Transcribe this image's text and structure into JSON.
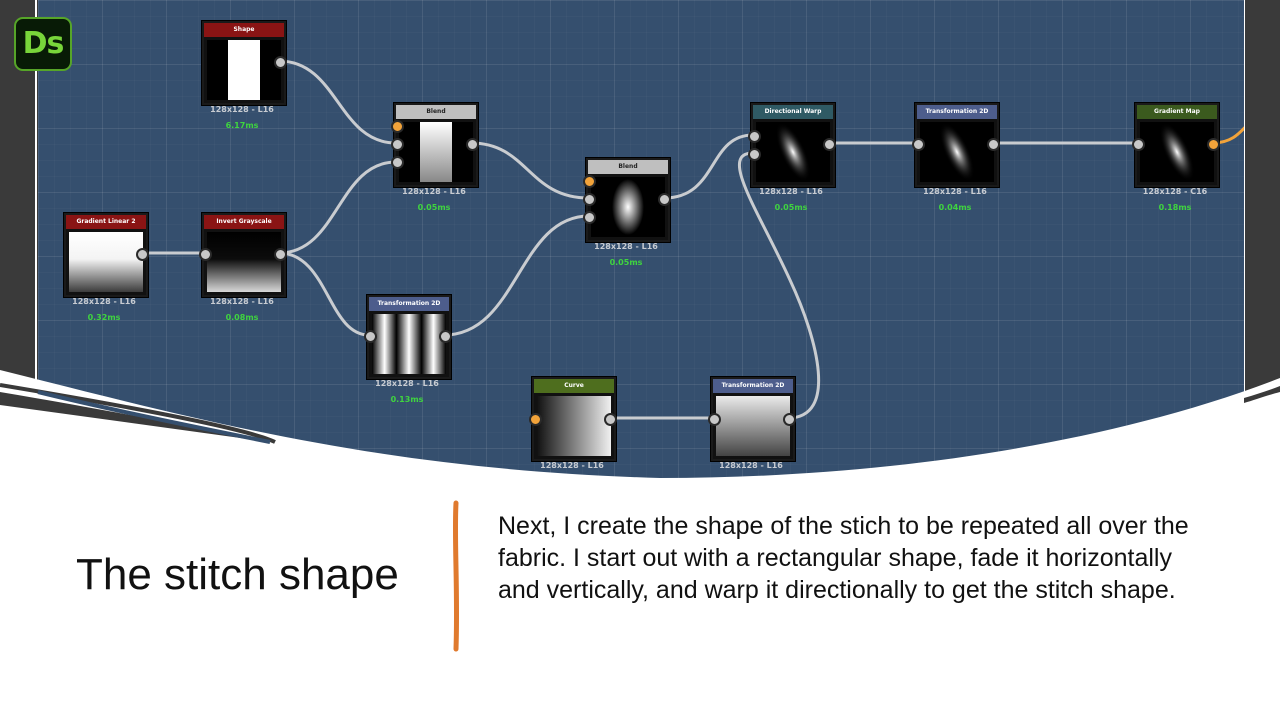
{
  "app": {
    "logo_text": "Ds"
  },
  "nodes": {
    "shape": {
      "title": "Shape",
      "size": "128x128 - L16",
      "time": "6.17ms"
    },
    "blend1": {
      "title": "Blend",
      "size": "128x128 - L16",
      "time": "0.05ms"
    },
    "blend2": {
      "title": "Blend",
      "size": "128x128 - L16",
      "time": "0.05ms"
    },
    "directional_warp": {
      "title": "Directional Warp",
      "size": "128x128 - L16",
      "time": "0.05ms"
    },
    "transform_top": {
      "title": "Transformation 2D",
      "size": "128x128 - L16",
      "time": "0.04ms"
    },
    "gradient_map": {
      "title": "Gradient Map",
      "size": "128x128 - C16",
      "time": "0.18ms"
    },
    "gradient_linear": {
      "title": "Gradient Linear 2",
      "size": "128x128 - L16",
      "time": "0.32ms"
    },
    "invert_grayscale": {
      "title": "Invert Grayscale",
      "size": "128x128 - L16",
      "time": "0.08ms"
    },
    "transform_mid": {
      "title": "Transformation 2D",
      "size": "128x128 - L16",
      "time": "0.13ms"
    },
    "curve": {
      "title": "Curve",
      "size": "128x128 - L16"
    },
    "transform_bottom": {
      "title": "Transformation 2D",
      "size": "128x128 - L16"
    }
  },
  "slide": {
    "title": "The stitch shape",
    "body": "Next, I create the shape of the stich to be repeated all over the fabric. I start out with a rectangular shape, fade it horizontally and vertically, and warp it directionally to get the stitch shape."
  },
  "colors": {
    "graph_bg": "#354f6e",
    "accent_orange": "#e07a2e",
    "time_green": "#3fd43f"
  }
}
